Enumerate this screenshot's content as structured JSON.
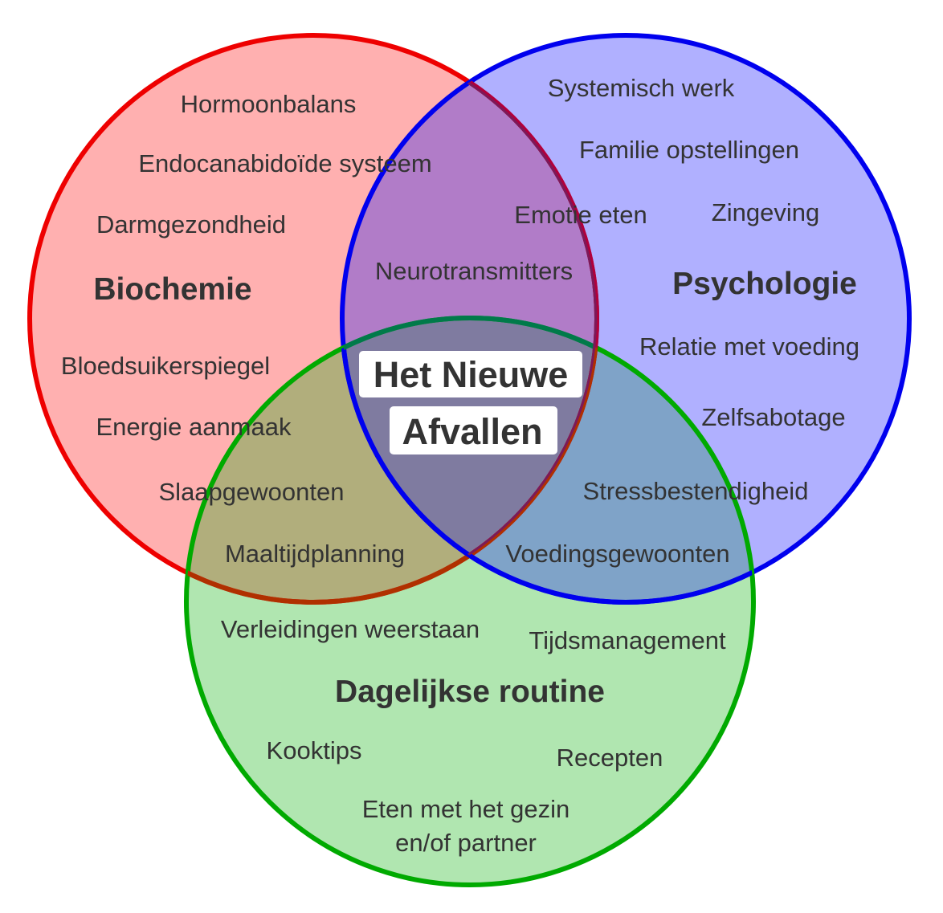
{
  "colors": {
    "red": "#ee0000",
    "blue": "#0000ee",
    "green": "#00aa00",
    "red_fill": "#ffb0b0",
    "blue_fill": "#b0b0ff",
    "green_fill": "#b0e6b0",
    "red_blue": "#b17cc8",
    "red_green": "#b1ae7c",
    "blue_green": "#7fa3c8",
    "all": "#7f7ba0",
    "text": "#333333"
  },
  "center": {
    "line1": "Het Nieuwe",
    "line2": "Afvallen"
  },
  "sets": {
    "biochemie": {
      "title": "Biochemie",
      "items": [
        "Hormoonbalans",
        "Endocanabidoïde systeem",
        "Darmgezondheid",
        "Bloedsuikerspiegel",
        "Energie aanmaak",
        "Slaapgewoonten"
      ]
    },
    "psychologie": {
      "title": "Psychologie",
      "items": [
        "Systemisch werk",
        "Familie opstellingen",
        "Zingeving",
        "Relatie met voeding",
        "Zelfsabotage",
        "Stressbestendigheid"
      ]
    },
    "routine": {
      "title": "Dagelijkse routine",
      "items": [
        "Verleidingen weerstaan",
        "Tijdsmanagement",
        "Kooktips",
        "Recepten",
        "Eten met het gezin",
        "en/of partner"
      ]
    },
    "overlaps": {
      "bio_psy": [
        "Emotie eten",
        "Neurotransmitters"
      ],
      "bio_routine": [
        "Maaltijdplanning"
      ],
      "psy_routine": [
        "Voedingsgewoonten"
      ]
    }
  }
}
